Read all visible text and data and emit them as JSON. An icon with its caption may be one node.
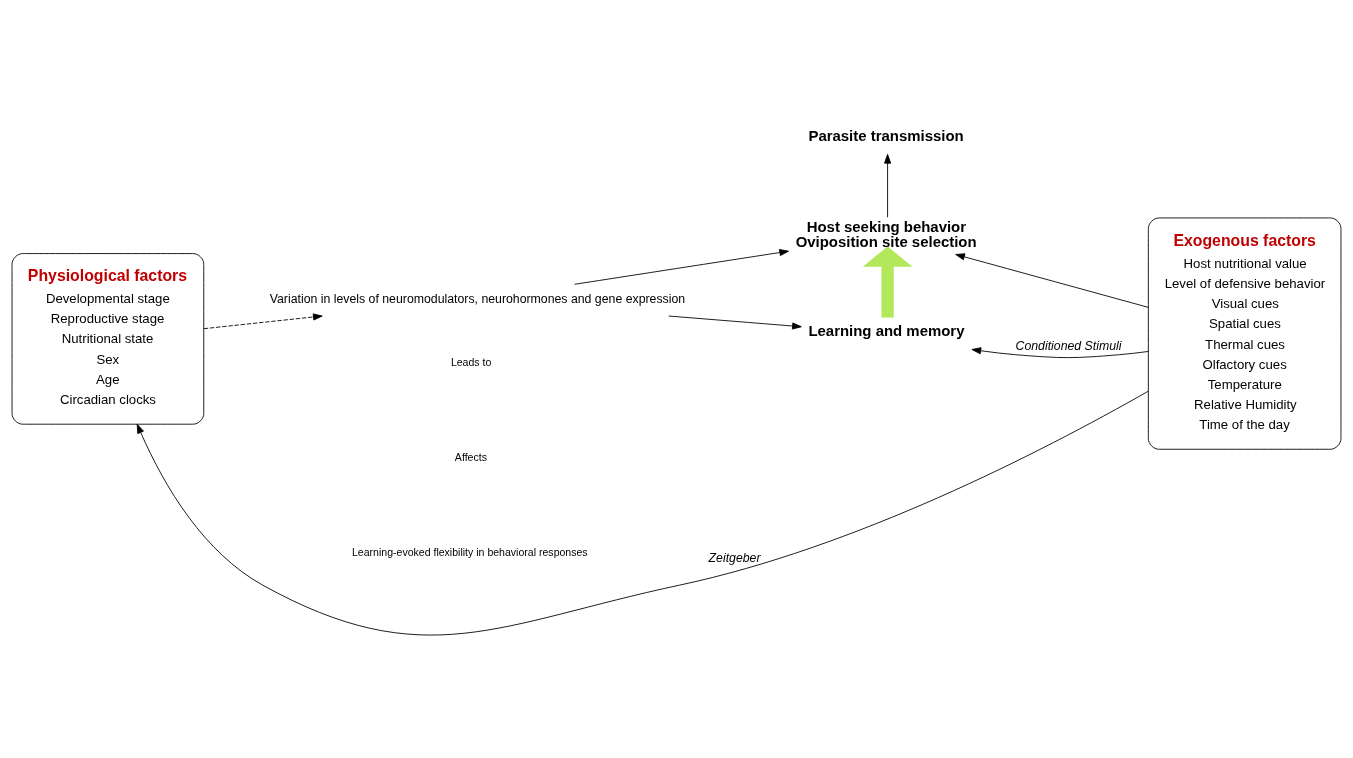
{
  "diagram": {
    "nodes": [
      {
        "text": [
          "Parasite transmission"
        ]
      },
      {
        "text": [
          "Physiological factors",
          "Developmental stage",
          "Reproductive stage",
          "Nutritional state",
          "Sex",
          "Age",
          "Circadian clocks"
        ]
      },
      {
        "text": [
          "Variation in levels of neuromodulators, neurohormones and gene expression"
        ]
      },
      {
        "text": [
          "Host seeking behavior",
          "Oviposition site selection"
        ]
      },
      {
        "text": [
          "Learning and memory"
        ]
      },
      {
        "text": [
          "Exogenous factors",
          "Host nutritional value",
          "Level of defensive behavior",
          "Visual cues",
          "Spatial cues",
          "Thermal cues",
          "Olfactory cues",
          "Temperature",
          "Relative Humidity",
          "Time of the day"
        ]
      }
    ],
    "edges": [
      {
        "from": 1,
        "to": 2,
        "arrow": "to",
        "style": "dashed"
      },
      {
        "from": 2,
        "to": 3,
        "arrow": "to"
      },
      {
        "from": 2,
        "to": 4,
        "arrow": "to"
      },
      {
        "from": 3,
        "to": 0,
        "arrow": "to"
      },
      {
        "from": 4,
        "to": 3,
        "arrow": "to",
        "style": "thick",
        "color": "#b3e85a"
      },
      {
        "from": 5,
        "to": 3,
        "arrow": "to"
      },
      {
        "from": 5,
        "to": 4,
        "arrow": "to",
        "label": "Conditioned Stimuli"
      },
      {
        "from": 5,
        "to": 1,
        "arrow": "to",
        "label": "Zeitgeber"
      }
    ],
    "legend": [
      {
        "text": "Leads to"
      },
      {
        "text": "Affects"
      },
      {
        "text": "Learning-evoked flexibility in behavioral responses"
      }
    ]
  }
}
